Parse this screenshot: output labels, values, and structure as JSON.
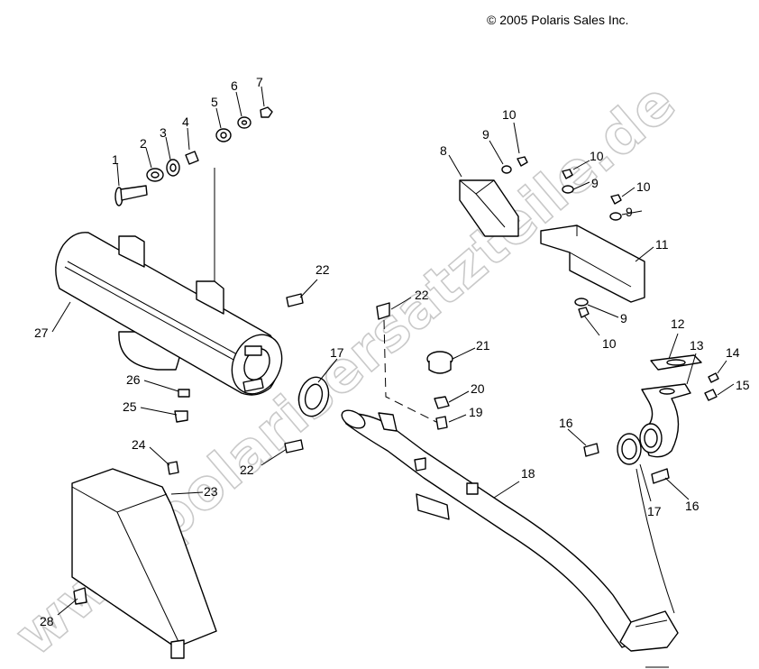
{
  "copyright": "© 2005 Polaris Sales Inc.",
  "watermark": "www.polarisersatzteile.de",
  "callouts": [
    "1",
    "2",
    "3",
    "4",
    "5",
    "6",
    "7",
    "8",
    "9",
    "9",
    "9",
    "9",
    "10",
    "10",
    "10",
    "10",
    "11",
    "12",
    "13",
    "14",
    "15",
    "16",
    "16",
    "17",
    "17",
    "18",
    "19",
    "20",
    "21",
    "22",
    "22",
    "22",
    "23",
    "24",
    "25",
    "26",
    "27",
    "28"
  ]
}
